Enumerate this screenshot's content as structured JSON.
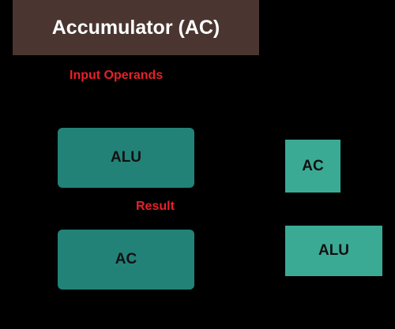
{
  "title": "Accumulator (AC)",
  "labels": {
    "input_operands": "Input Operands",
    "result": "Result"
  },
  "main_flow": {
    "alu": "ALU",
    "ac": "AC"
  },
  "side_flow": {
    "ac": "AC",
    "alu": "ALU"
  },
  "colors": {
    "background": "#000000",
    "title_box": "#4a3530",
    "main_boxes": "#228278",
    "side_boxes": "#3aaa95",
    "label_text": "#e8202a"
  }
}
